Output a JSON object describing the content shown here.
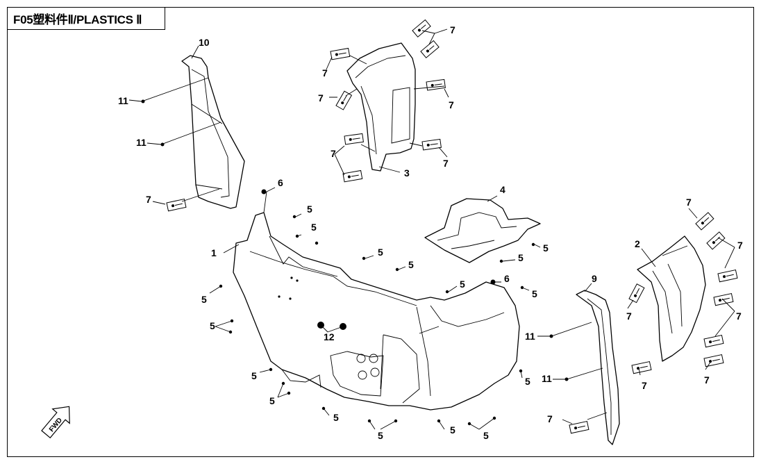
{
  "title": "F05塑料件Ⅱ/PLASTICS Ⅱ",
  "fwd_label": "FWD",
  "callouts": {
    "c1": "1",
    "c2": "2",
    "c3": "3",
    "c4": "4",
    "c6a": "6",
    "c6b": "6",
    "c9": "9",
    "c10": "10",
    "c12": "12",
    "c11a": "11",
    "c11b": "11",
    "c11c": "11",
    "c11d": "11",
    "c7a": "7",
    "c7b": "7",
    "c7c": "7",
    "c7d": "7",
    "c7e": "7",
    "c7f": "7",
    "c7g": "7",
    "c7h": "7",
    "c7i": "7",
    "c7j": "7",
    "c7k": "7",
    "c7l": "7",
    "c7m": "7",
    "c7n": "7",
    "c5a": "5",
    "c5b": "5",
    "c5c": "5",
    "c5d": "5",
    "c5e": "5",
    "c5f": "5",
    "c5g": "5",
    "c5h": "5",
    "c5i": "5",
    "c5j": "5",
    "c5k": "5",
    "c5l": "5",
    "c5m": "5",
    "c5n": "5",
    "c5o": "5",
    "c5p": "5",
    "c5q": "5"
  }
}
